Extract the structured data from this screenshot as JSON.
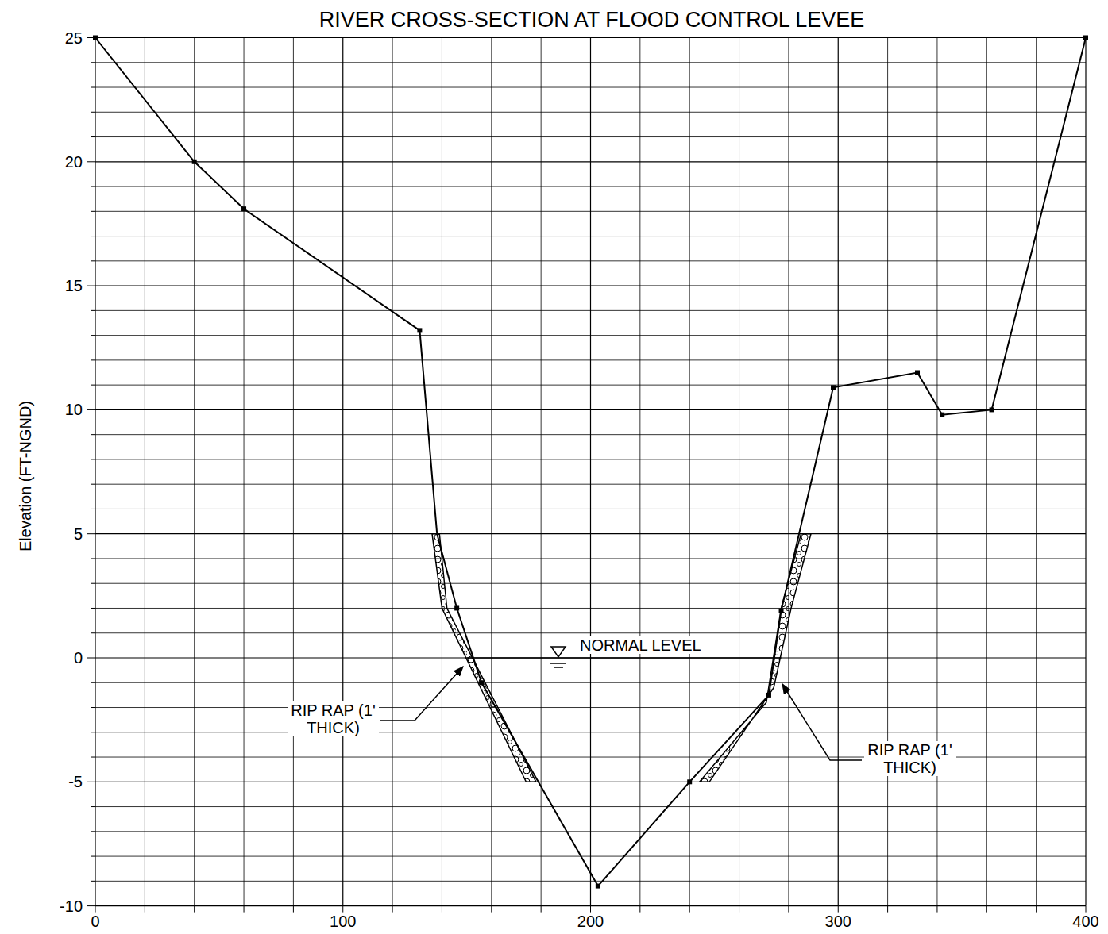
{
  "diagram": {
    "title": "RIVER CROSS-SECTION AT FLOOD CONTROL LEVEE",
    "labels": [
      "25",
      "20",
      "15",
      "10",
      "5",
      "0",
      "-5",
      "-10",
      "0",
      "100",
      "200",
      "300",
      "400",
      "Elevation (FT-NGND)",
      "NORMAL LEVEL",
      "RIP RAP (1' THICK)",
      "RIP RAP (1' THICK)"
    ]
  }
}
